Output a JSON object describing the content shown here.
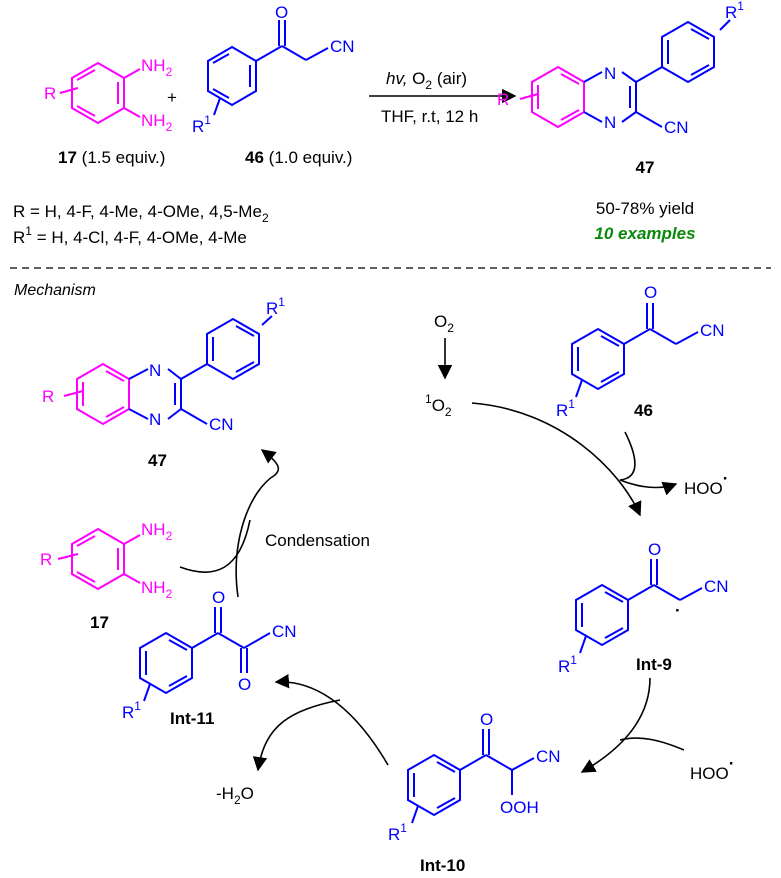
{
  "colors": {
    "reactant_diamine": "#ff00ff",
    "reactant_ketonitrile": "#0000ff",
    "examples_highlight": "#0a8a0a",
    "text": "#000000"
  },
  "top": {
    "amine_group": "NH",
    "amine_sub": "2",
    "r_label": "R",
    "r1_label": "R",
    "r1_sup": "1",
    "carbonyl_o": "O",
    "nitrile": "CN",
    "plus": "+",
    "ring_n": "N",
    "compound17_id": "17",
    "compound17_equiv": "(1.5 equiv.)",
    "compound46_id": "46",
    "compound46_equiv": "(1.0 equiv.)",
    "cond_hv": "hv,",
    "cond_o2": "O",
    "cond_o2_sub": "2",
    "cond_air": "(air)",
    "cond_line2": "THF, r.t, 12 h",
    "product_id": "47",
    "yield": "50-78% yield",
    "examples": "10 examples",
    "r_scope_label": "R = H, 4-F, 4-Me, 4-OMe, 4,5-Me",
    "r_scope_sub": "2",
    "r1_scope_label": "R",
    "r1_scope_sup": "1",
    "r1_scope_rest": " = H, 4-Cl, 4-F, 4-OMe, 4-Me"
  },
  "mechanism": {
    "title": "Mechanism",
    "o2": "O",
    "o2_sub": "2",
    "singlet_sup": "1",
    "singlet_o": "O",
    "singlet_sub": "2",
    "hoo": "HOO",
    "radical_dot": "·",
    "condensation": "Condensation",
    "minus_water_pre": "-H",
    "minus_water_sub": "2",
    "minus_water_post": "O",
    "hydroperoxy": "OOH",
    "int9": "Int-9",
    "int10": "Int-10",
    "int11": "Int-11",
    "id46": "46",
    "id47": "47",
    "id17": "17"
  }
}
